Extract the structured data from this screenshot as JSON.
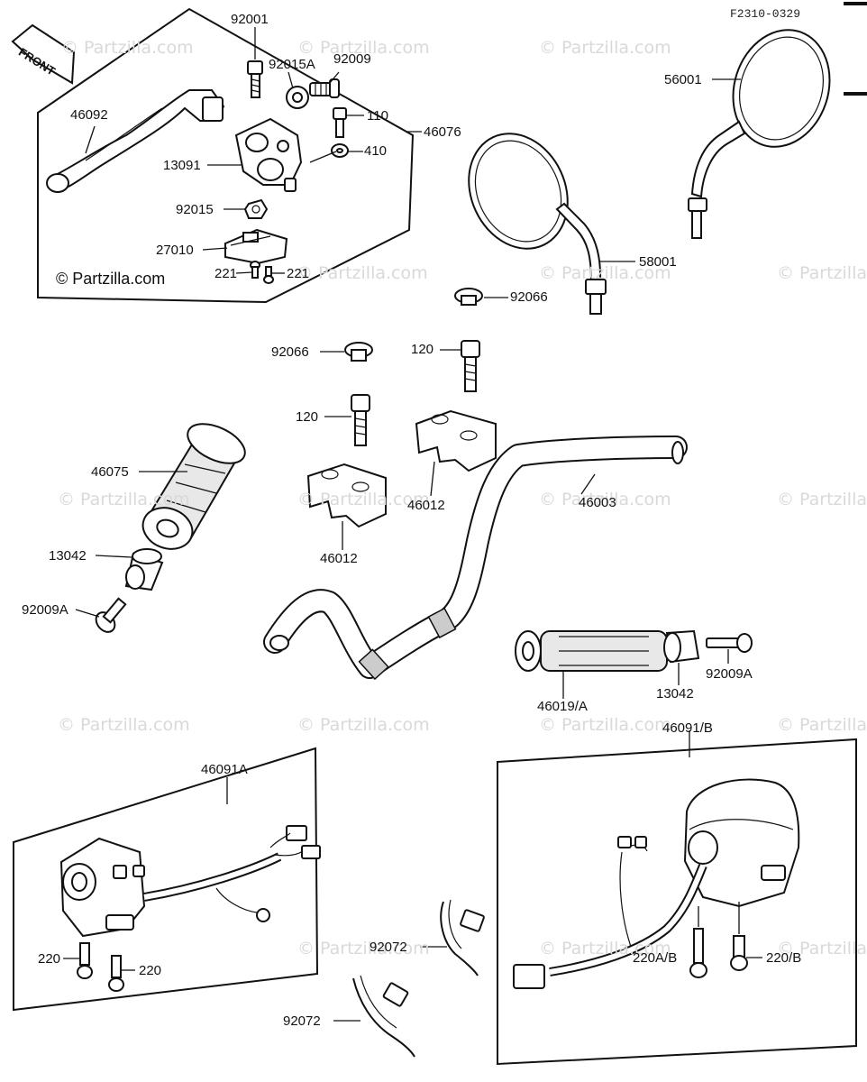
{
  "figure_code": "F2310-0329",
  "front_label": "FRONT",
  "copyright": "© Partzilla.com",
  "watermark": "© Partzilla.com",
  "callouts": {
    "c92001": "92001",
    "c92015A": "92015A",
    "c92009": "92009",
    "c46092": "46092",
    "c110": "110",
    "c46076": "46076",
    "c13091": "13091",
    "c410": "410",
    "c92015": "92015",
    "c27010": "27010",
    "c221a": "221",
    "c221b": "221",
    "c56001": "56001",
    "c58001": "58001",
    "c92066a": "92066",
    "c92066b": "92066",
    "c120a": "120",
    "c120b": "120",
    "c46075": "46075",
    "c46012a": "46012",
    "c46012b": "46012",
    "c46003": "46003",
    "c13042a": "13042",
    "c92009Aa": "92009A",
    "c46019A": "46019/A",
    "c13042b": "13042",
    "c92009Ab": "92009A",
    "c46091B": "46091/B",
    "c46091A": "46091A",
    "c92072a": "92072",
    "c92072b": "92072",
    "c220a": "220",
    "c220b": "220",
    "c220AB": "220A/B",
    "c220B": "220/B"
  }
}
